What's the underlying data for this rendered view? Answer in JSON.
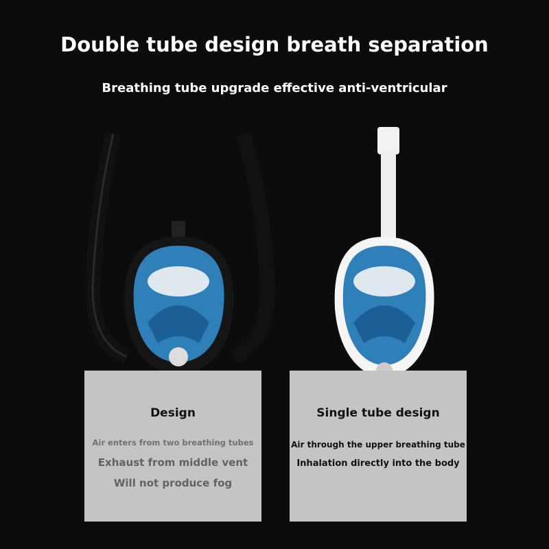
{
  "header": {
    "title": "Double tube design breath separation",
    "subtitle": "Breathing tube upgrade effective anti-ventricular"
  },
  "products": [
    {
      "name": "double-tube-mask",
      "color": "#1a1a1a"
    },
    {
      "name": "single-tube-mask",
      "color": "#f2f2f2"
    }
  ],
  "cards": {
    "left": {
      "title": "Design",
      "lines": [
        "Air enters from two breathing tubes",
        "Exhaust from middle vent",
        "Will not produce fog"
      ]
    },
    "right": {
      "title": "Single tube design",
      "lines": [
        "Air through the upper breathing tube",
        "Inhalation directly into the body"
      ]
    }
  },
  "colors": {
    "inhale": "#3a8fe0",
    "exhale": "#e02626",
    "lens": "#2f7fb8"
  }
}
